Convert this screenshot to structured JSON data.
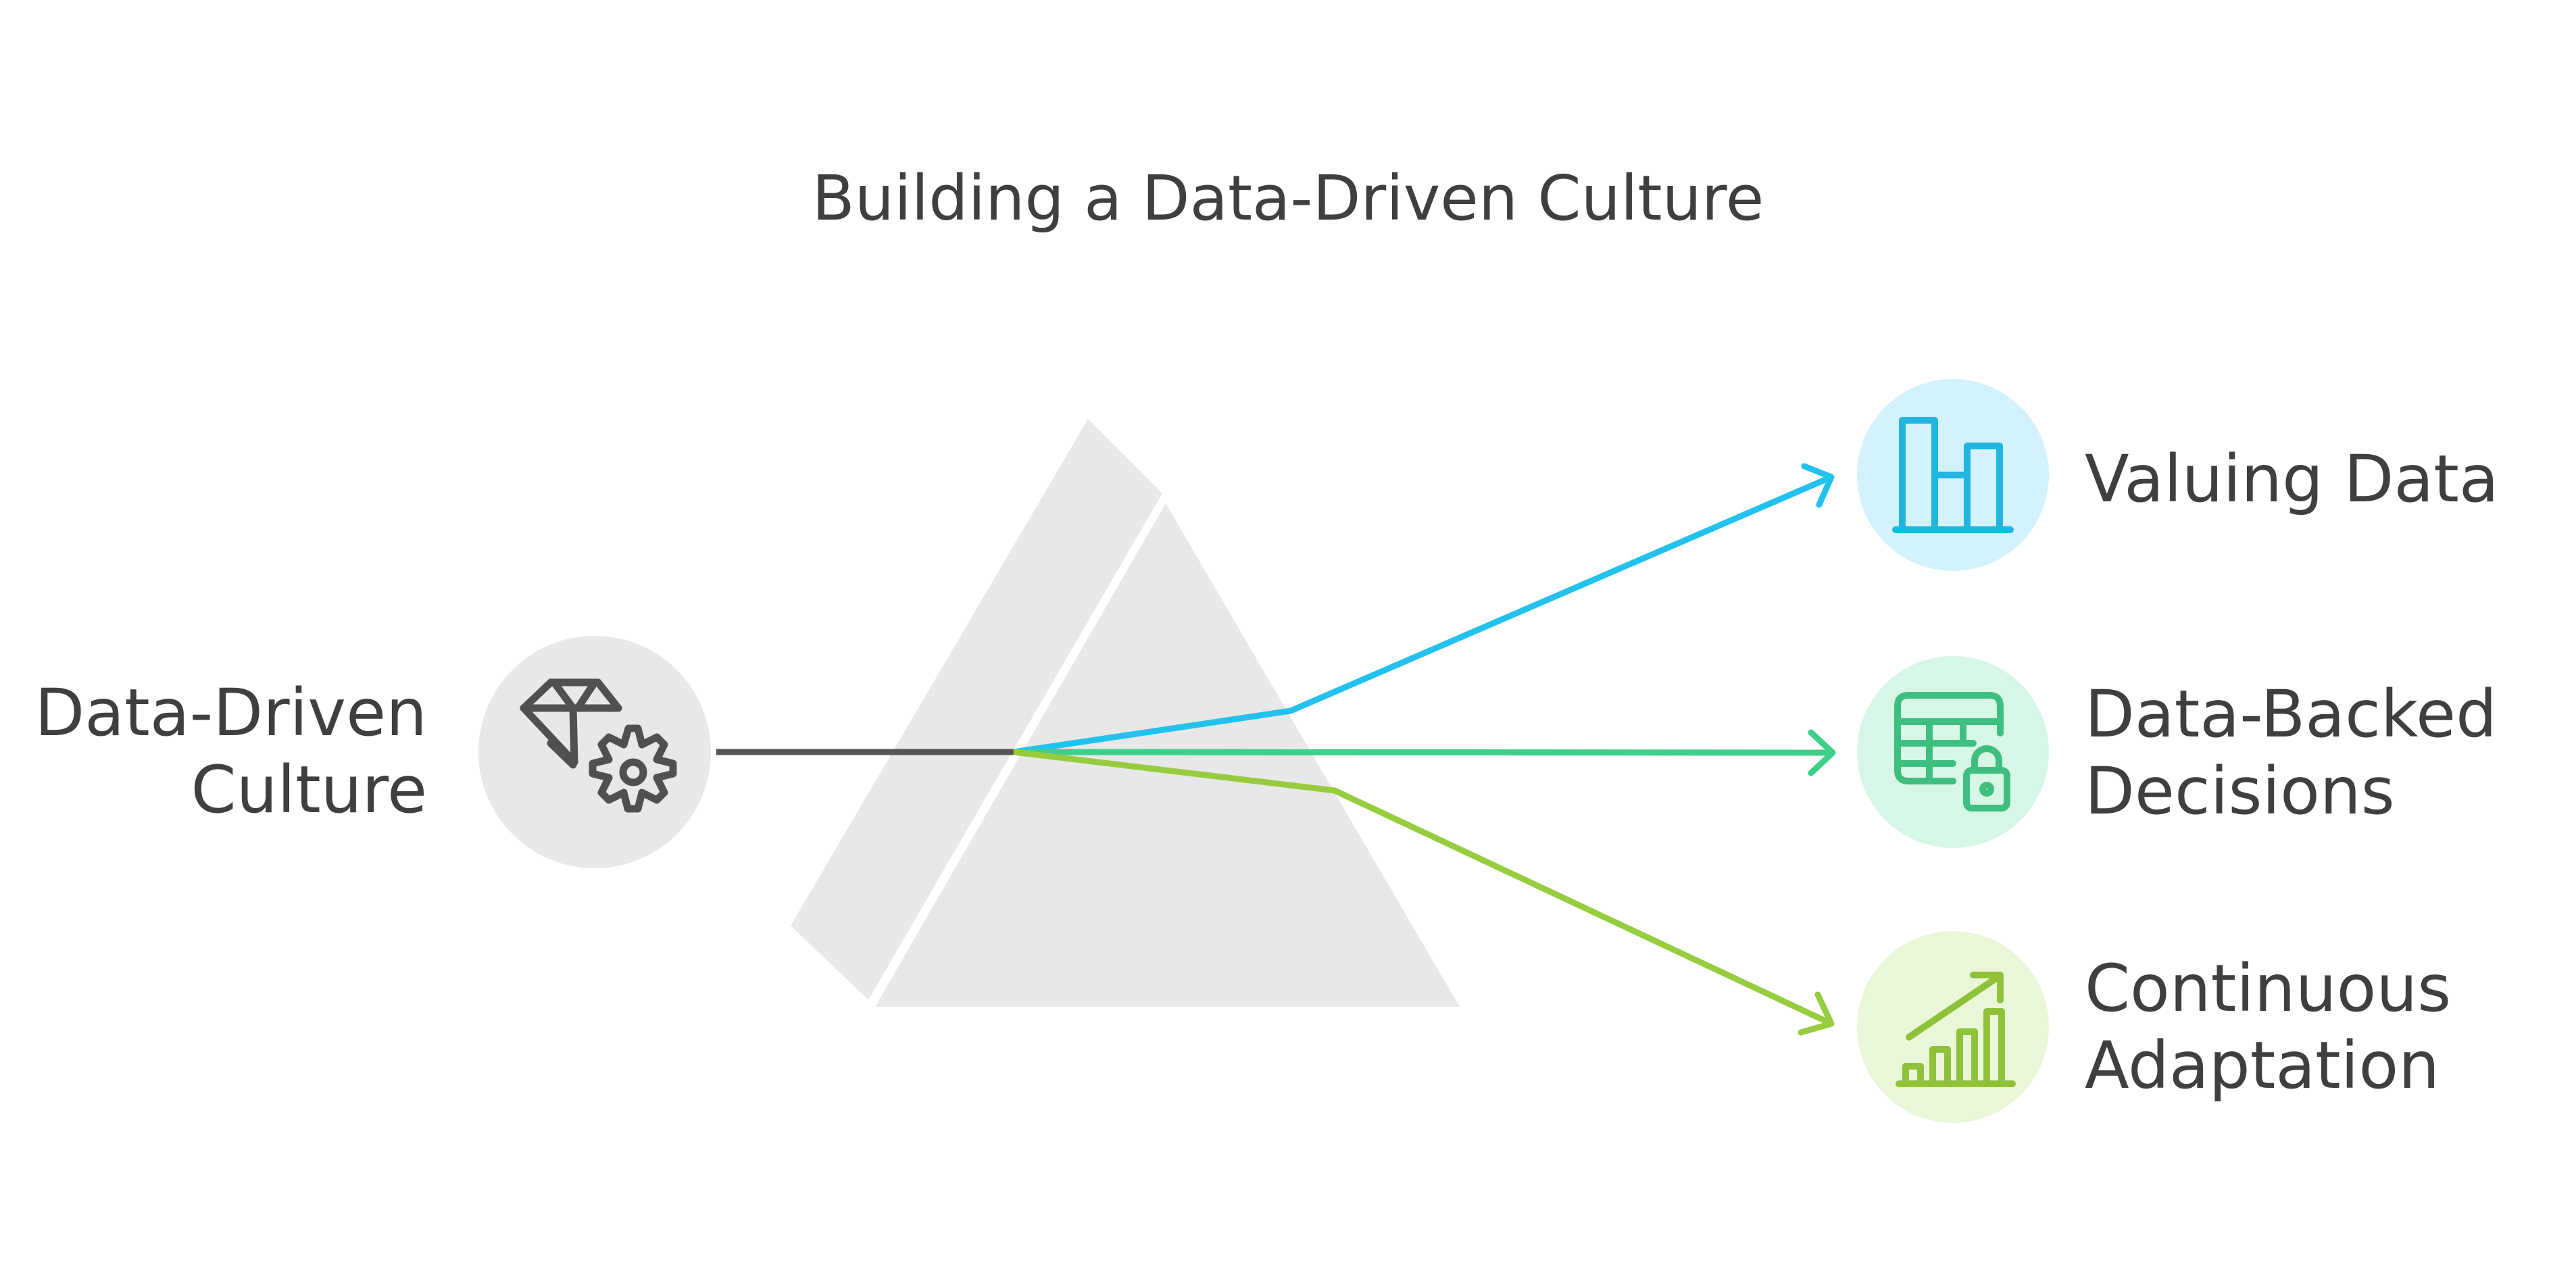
{
  "title": "Building a Data-Driven Culture",
  "source": {
    "label_line1": "Data-Driven",
    "label_line2": "Culture",
    "icon": "gem-gear-icon",
    "color": "#555555",
    "circle_fill": "#e8e8e8"
  },
  "outputs": [
    {
      "label_line1": "Valuing Data",
      "label_line2": "",
      "icon": "bar-chart-icon",
      "color": "#22c1ee",
      "circle_fill": "#d3f2fb"
    },
    {
      "label_line1": "Data-Backed",
      "label_line2": "Decisions",
      "icon": "locked-table-icon",
      "color": "#3ecf8b",
      "circle_fill": "#d6f6e6"
    },
    {
      "label_line1": "Continuous",
      "label_line2": "Adaptation",
      "icon": "growth-chart-icon",
      "color": "#97cc3f",
      "circle_fill": "#e9f6d8"
    }
  ],
  "prism_color": "#e8e8e8"
}
